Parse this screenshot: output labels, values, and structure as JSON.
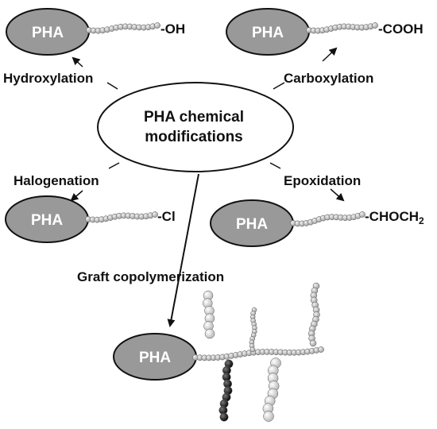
{
  "center": {
    "line1": "PHA chemical",
    "line2": "modifications"
  },
  "node_label": "PHA",
  "modifications": [
    {
      "id": "hydroxylation",
      "label": "Hydroxylation",
      "end_group": "-OH"
    },
    {
      "id": "carboxylation",
      "label": "Carboxylation",
      "end_group": "-COOH"
    },
    {
      "id": "halogenation",
      "label": "Halogenation",
      "end_group": "-Cl"
    },
    {
      "id": "epoxidation",
      "label": "Epoxidation",
      "end_group": "-CHOCH",
      "end_group_sub": "2"
    },
    {
      "id": "graft",
      "label": "Graft copolymerization"
    }
  ],
  "colors": {
    "node_fill": "#999999",
    "bead": "#c8c8c8",
    "bead_dark": "#111111",
    "outline": "#111111"
  }
}
